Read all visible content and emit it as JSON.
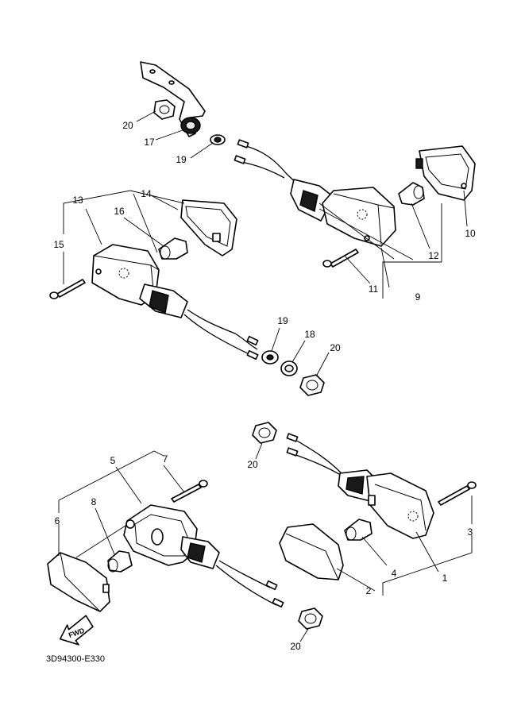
{
  "diagram_code": "3D94300-E330",
  "fwd_label": "FWD",
  "callouts": {
    "c1": "1",
    "c2": "2",
    "c3": "3",
    "c4": "4",
    "c5": "5",
    "c6": "6",
    "c7": "7",
    "c8": "8",
    "c9": "9",
    "c10": "10",
    "c11": "11",
    "c12": "12",
    "c13": "13",
    "c14": "14",
    "c15": "15",
    "c16": "16",
    "c17": "17",
    "c18": "18",
    "c19a": "19",
    "c19b": "19",
    "c20a": "20",
    "c20b": "20",
    "c20c": "20",
    "c20d": "20"
  }
}
